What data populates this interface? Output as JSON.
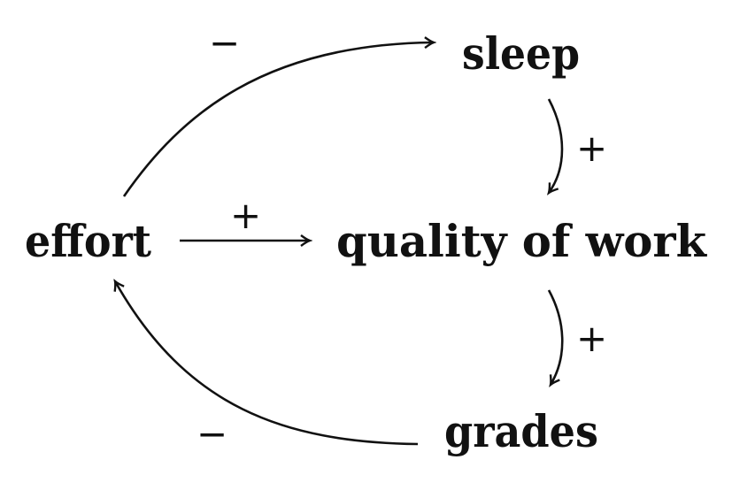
{
  "nodes": {
    "effort": "effort",
    "sleep": "sleep",
    "quality": "quality of work",
    "grades": "grades"
  },
  "edges": {
    "effort_to_sleep": "−",
    "sleep_to_quality": "+",
    "effort_to_quality": "+",
    "quality_to_grades": "+",
    "grades_to_effort": "−"
  }
}
